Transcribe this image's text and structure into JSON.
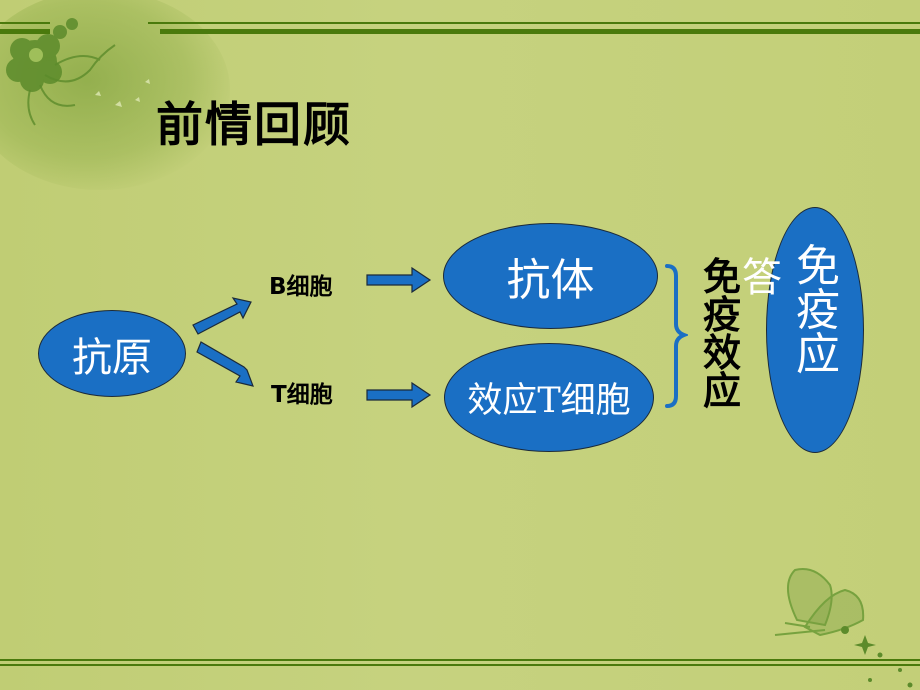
{
  "slide": {
    "title": "前情回顾",
    "background_color": "#c3cf7c",
    "accent_color": "#4a7a0c",
    "shape_color": "#1a6fc4"
  },
  "diagram": {
    "antigen": {
      "label": "抗原"
    },
    "b_cell": {
      "label": "B细胞"
    },
    "t_cell": {
      "label": "T细胞"
    },
    "antibody": {
      "label": "抗体"
    },
    "effector_t_cell": {
      "label": "效应T细胞"
    },
    "immune_effect": {
      "chars": [
        "免",
        "疫",
        "效",
        "应"
      ]
    },
    "immune_response": {
      "chars": [
        "免",
        "疫",
        "应"
      ],
      "overflow_char": "答"
    }
  },
  "decorations": {
    "top_left": "flower-icon",
    "bottom_right": "butterfly-icon"
  }
}
